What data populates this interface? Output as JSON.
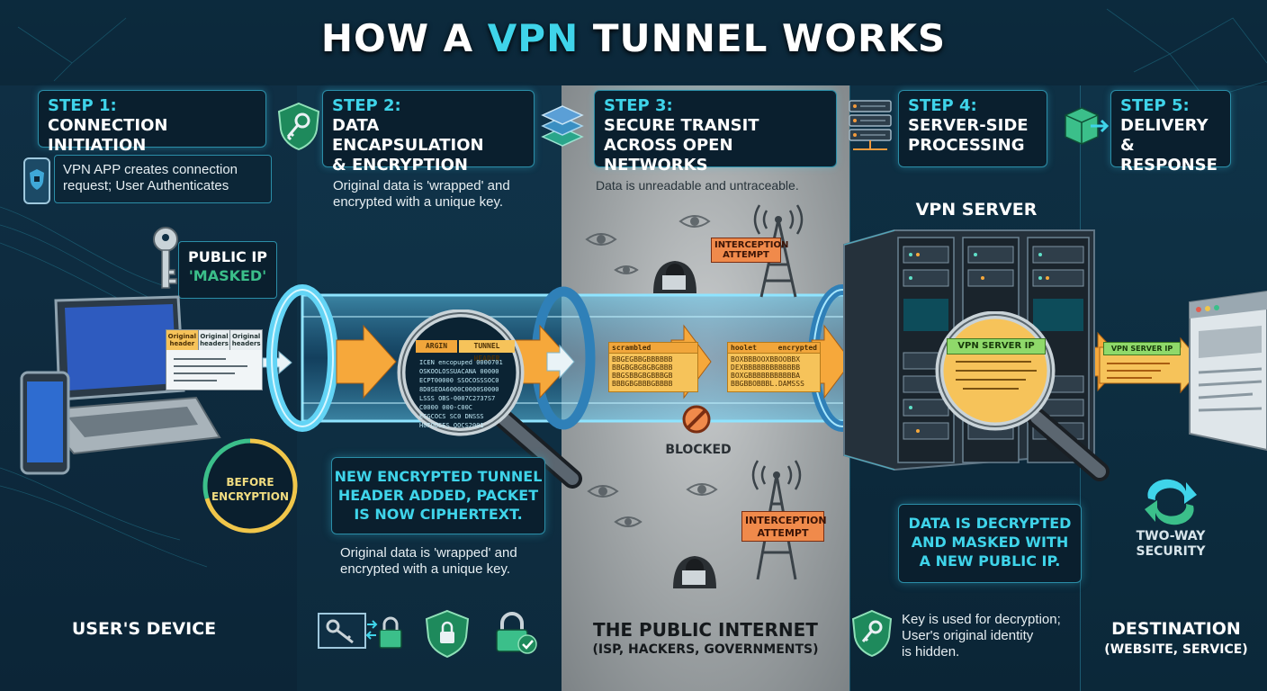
{
  "title": {
    "prefix": "HOW A ",
    "highlight": "VPN",
    "suffix": " TUNNEL WORKS"
  },
  "steps": [
    {
      "label": "STEP 1:",
      "name": "CONNECTION INITIATION"
    },
    {
      "label": "STEP 2:",
      "name_line1": "DATA ENCAPSULATION",
      "name_line2": "& ENCRYPTION"
    },
    {
      "label": "STEP 3:",
      "name_line1": "SECURE TRANSIT",
      "name_line2": "ACROSS OPEN NETWORKS"
    },
    {
      "label": "STEP 4:",
      "name_line1": "SERVER-SIDE",
      "name_line2": "PROCESSING"
    },
    {
      "label": "STEP 5:",
      "name_line1": "DELIVERY &",
      "name_line2": "RESPONSE"
    }
  ],
  "step1": {
    "app_text_line1": "VPN APP creates connection",
    "app_text_line2": "request; User Authenticates",
    "ip_line1": "PUBLIC IP",
    "ip_line2": "'MASKED'",
    "packet_headers": [
      "Original header",
      "Original headers",
      "Original headers"
    ],
    "before_line1": "BEFORE",
    "before_line2": "ENCRYPTION",
    "bottom": "USER'S DEVICE"
  },
  "step2": {
    "desc_line1": "Original data is 'wrapped' and",
    "desc_line2": "encrypted with a unique key.",
    "lens_header_a": "ARGIN",
    "lens_header_b": "TUNNEL HEADER",
    "lens_lines": [
      "ICEN encopuped 0000701",
      "OSKOOLOSSUACANA 00000",
      "ECPT00000 SSOCOSSSOC0",
      "8D0SEOA6000C0000S0000",
      "LSSS OBS-0007C2737S7",
      "C0000 000-C00C",
      "ECGCOCS SC0 DNSSS",
      "H0FOOSES OOCS2001"
    ],
    "callout_line1": "NEW ENCRYPTED TUNNEL",
    "callout_line2": "HEADER ADDED, PACKET",
    "callout_line3": "IS NOW CIPHERTEXT.",
    "desc2_line1": "Original data is 'wrapped' and",
    "desc2_line2": "encrypted with a unique key."
  },
  "step3": {
    "desc": "Data is unreadable and untraceable.",
    "alert1_line1": "INTERCEPTION",
    "alert1_line2": "ATTEMPT",
    "alert2_line1": "INTERCEPTION",
    "alert2_line2": "ATTEMPT",
    "blocked": "BLOCKED",
    "packet1_header": "scrambled",
    "packet1_lines": [
      "BBGEGBBGBBBBBB",
      "BBGBGBGBGBGBBB",
      "BBGSBBGBGBBBGB",
      "BBBGBGBBBGBBBB"
    ],
    "packet2_header_a": "hoolet",
    "packet2_header_b": "encrypted",
    "packet2_lines": [
      "BOXBBBOOXBBOOBBX",
      "DEXBBBBBBBBBBBBB",
      "BOXGBBBBBBBBBBBA",
      "BBGBBOBBBL.DAMSSS"
    ],
    "bottom_line1": "THE PUBLIC INTERNET",
    "bottom_line2": "(ISP, HACKERS, GOVERNMENTS)"
  },
  "step4": {
    "server_label": "VPN SERVER",
    "lens_label": "VPN SERVER IP",
    "callout_line1": "DATA IS DECRYPTED",
    "callout_line2": "AND MASKED WITH",
    "callout_line3": "A NEW PUBLIC IP.",
    "key_line1": "Key is used for decryption;",
    "key_line2": "User's original identity",
    "key_line3": "is hidden."
  },
  "step5": {
    "packet_label": "VPN SERVER IP",
    "twoway_line1": "TWO-WAY",
    "twoway_line2": "SECURITY",
    "bottom_line1": "DESTINATION",
    "bottom_line2": "(WEBSITE, SERVICE)"
  },
  "colors": {
    "accent": "#3fd4ea",
    "packet": "#f6c35a",
    "alert": "#f08a4b",
    "green": "#3bbf8a"
  }
}
